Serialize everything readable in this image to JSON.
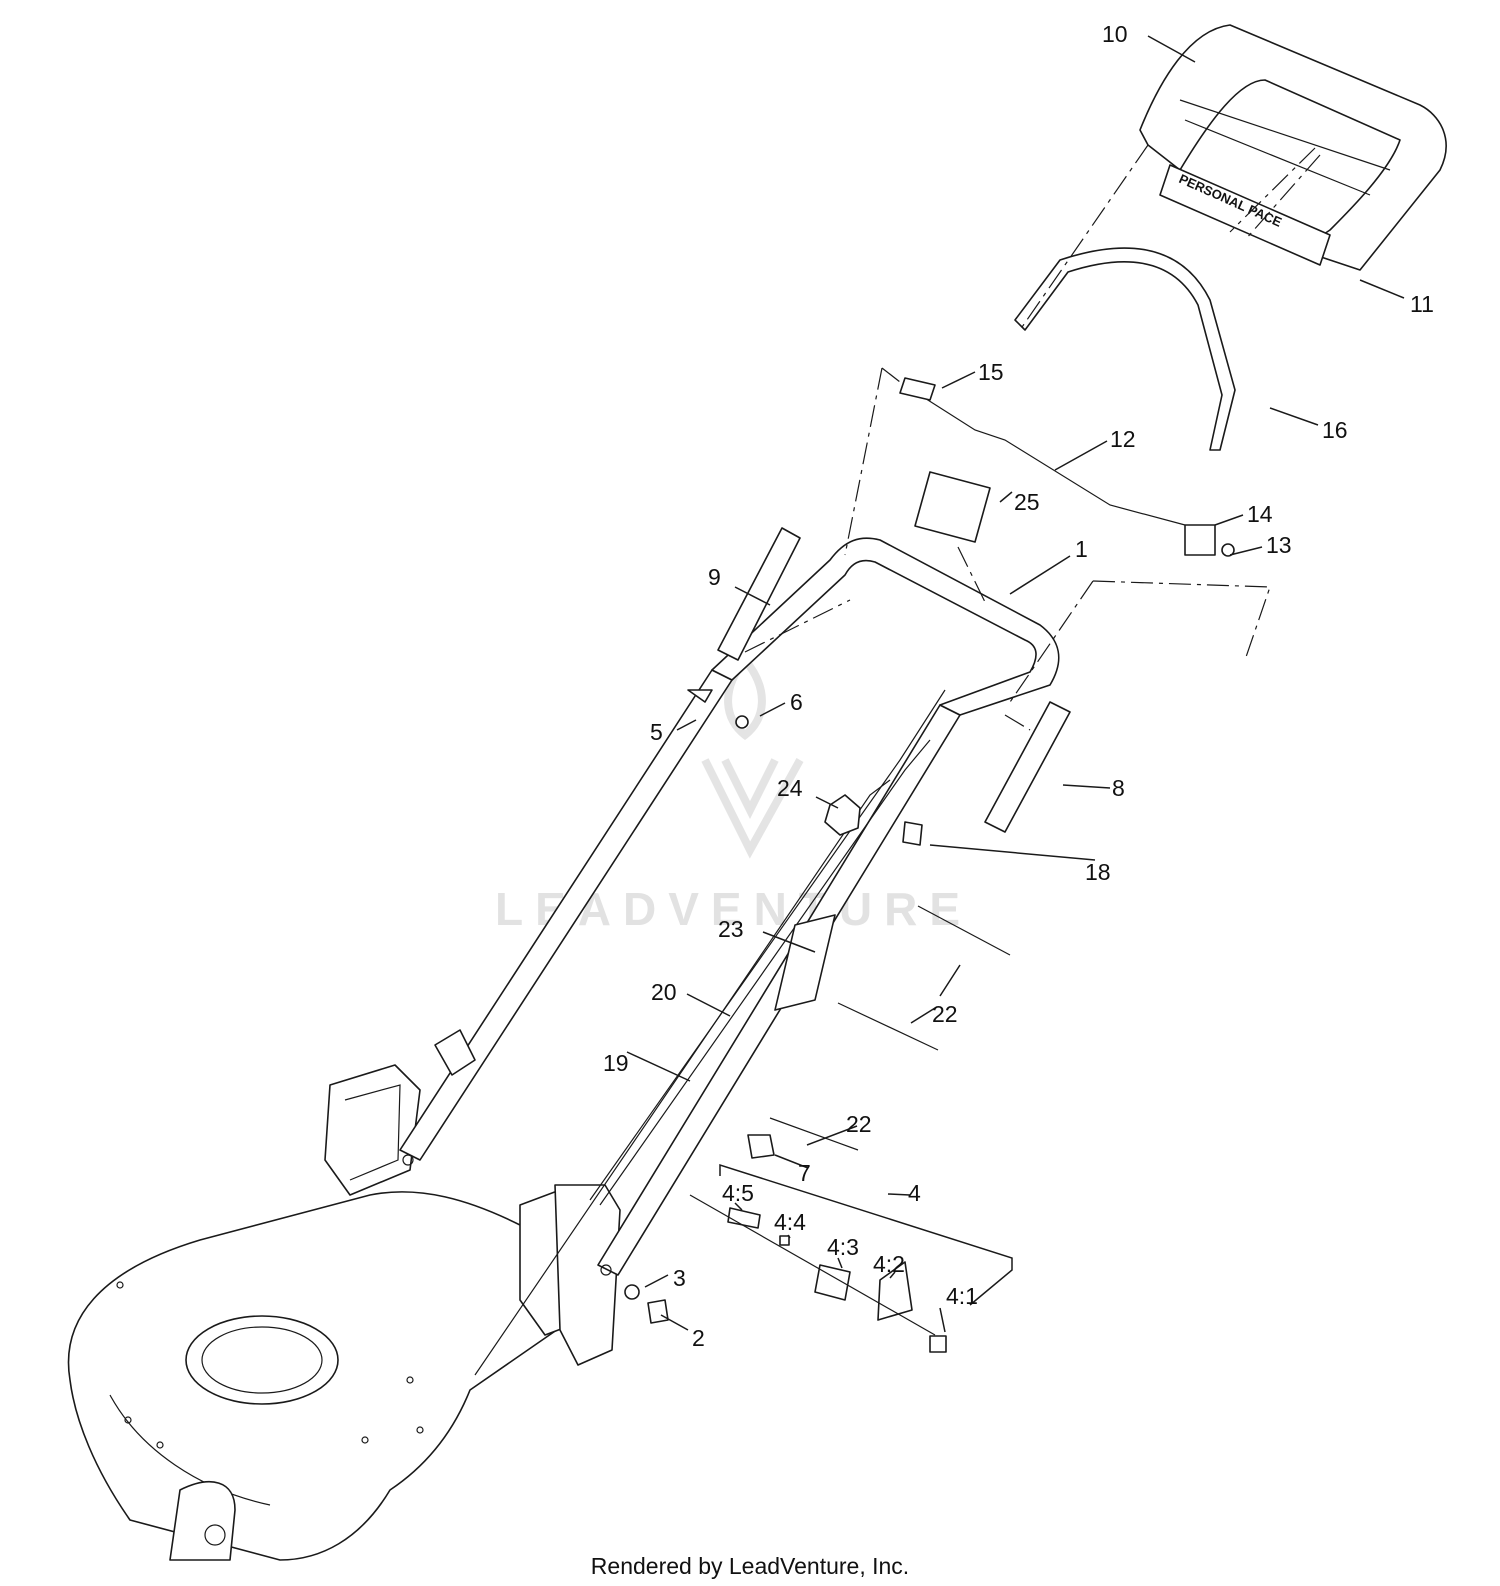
{
  "watermark": {
    "text": "LEADVENTURE"
  },
  "decal_text": "PERSONAL PACE",
  "footer": "Rendered by LeadVenture, Inc.",
  "callouts": [
    "10",
    "11",
    "15",
    "16",
    "12",
    "25",
    "14",
    "13",
    "1",
    "9",
    "6",
    "5",
    "24",
    "8",
    "18",
    "23",
    "20",
    "22",
    "22",
    "19",
    "22",
    "7",
    "4",
    "4:5",
    "4:4",
    "4:3",
    "4:2",
    "4:1",
    "3",
    "2"
  ]
}
